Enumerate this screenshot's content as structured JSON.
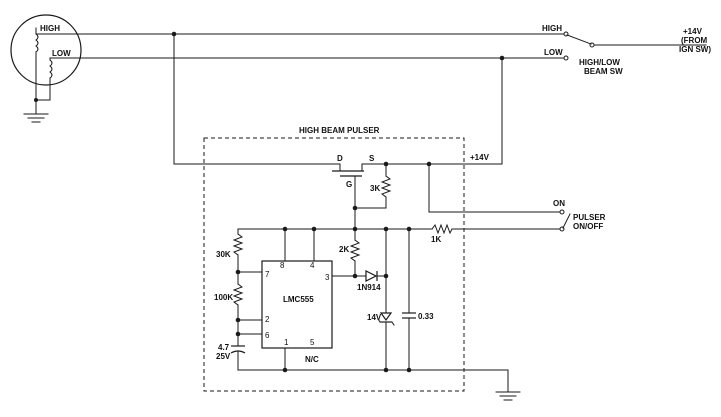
{
  "lamp": {
    "high_label": "HIGH",
    "low_label": "LOW"
  },
  "switch_labels": {
    "high": "HIGH",
    "low": "LOW",
    "beam_sw_line1": "HIGH/LOW",
    "beam_sw_line2": "BEAM SW",
    "supply_line1": "+14V",
    "supply_line2": "(FROM",
    "supply_line3": "IGN SW)"
  },
  "pulser": {
    "title": "HIGH BEAM PULSER",
    "rail_label": "+14V",
    "mosfet_d": "D",
    "mosfet_s": "S",
    "mosfet_g": "G",
    "r_3k": "3K",
    "r_2k": "2K",
    "r_30k": "30K",
    "r_100k": "100K",
    "r_1k": "1K",
    "diode": "1N914",
    "zener": "14V",
    "cap_033": "0.33",
    "cap_47_line1": "4.7",
    "cap_47_line2": "25V",
    "ic_name": "LMC555",
    "pin8": "8",
    "pin4": "4",
    "pin7": "7",
    "pin3": "3",
    "pin2": "2",
    "pin6": "6",
    "pin1": "1",
    "pin5": "5",
    "nc": "N/C",
    "on_label": "ON",
    "pulser_sw_line1": "PULSER",
    "pulser_sw_line2": "ON/OFF"
  }
}
